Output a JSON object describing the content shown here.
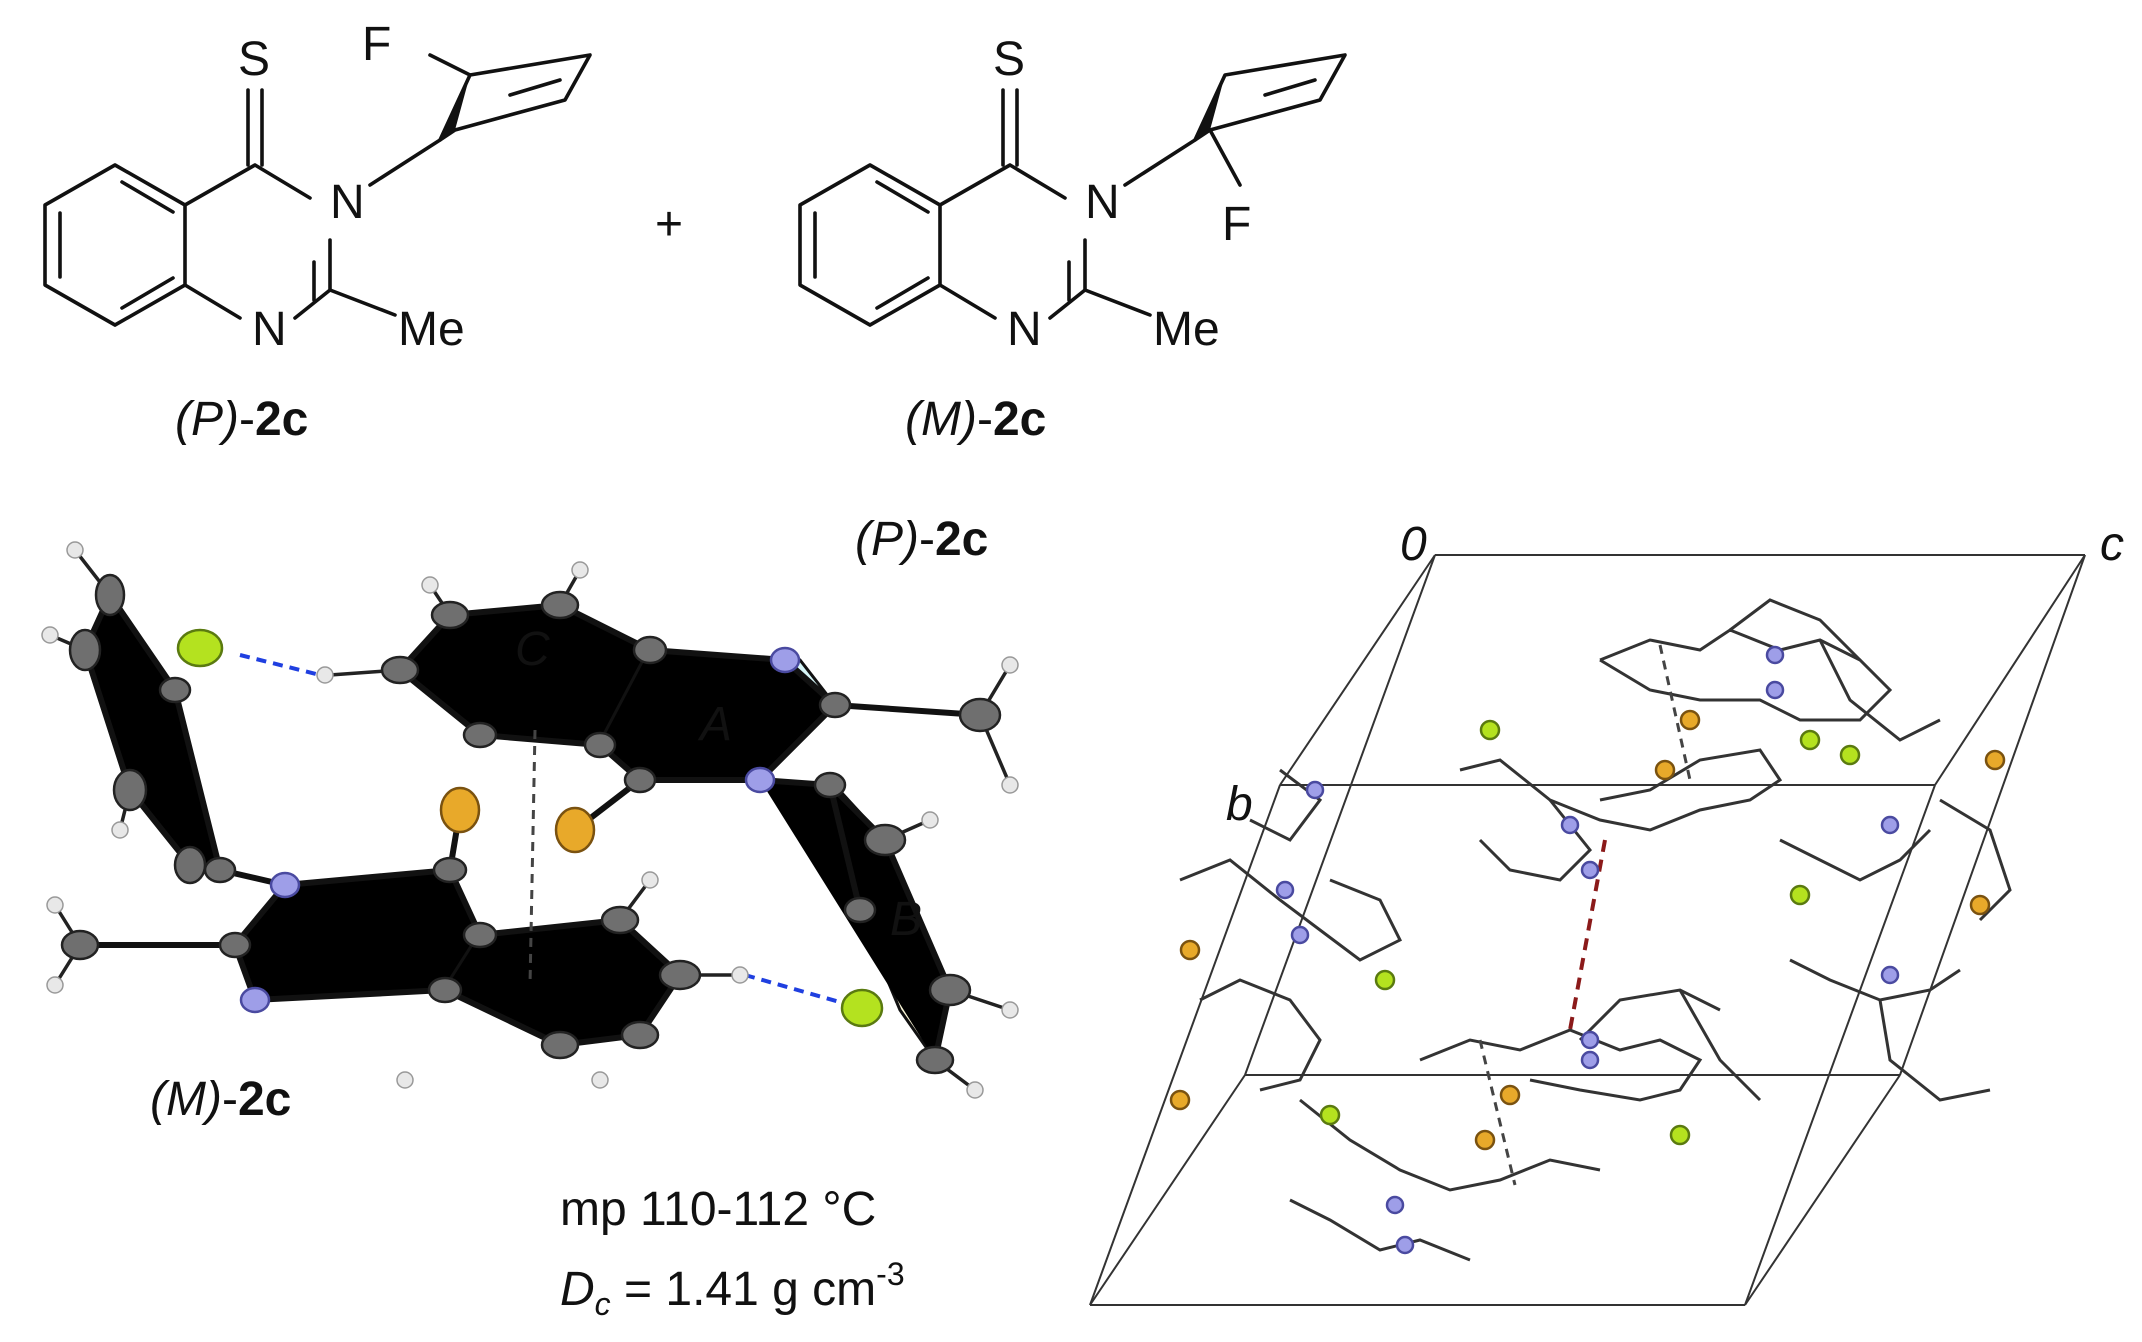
{
  "structures": {
    "P": {
      "stereo": "(P)",
      "compound": "2c",
      "atoms": {
        "S": "S",
        "F": "F",
        "N3": "N",
        "N1": "N",
        "Me": "Me"
      }
    },
    "M": {
      "stereo": "(M)",
      "compound": "2c",
      "atoms": {
        "S": "S",
        "F": "F",
        "N3": "N",
        "N1": "N",
        "Me": "Me"
      }
    },
    "plus": "+"
  },
  "crystal": {
    "label_P": {
      "stereo": "(P)",
      "compound": "2c",
      "color": "#e01fe0"
    },
    "label_M": {
      "stereo": "(M)",
      "compound": "2c",
      "color": "#2a8ff0"
    },
    "rings": {
      "A": "A",
      "B": "B",
      "C": "C"
    },
    "ring_colors": {
      "pyrimidine": "#d6f6f8",
      "fluorophenyl": "#fbf7d8"
    },
    "hbond_color": "#1f3fe0"
  },
  "properties": {
    "mp": "mp 110-112 °C",
    "density_symbol": "D",
    "density_sub": "c",
    "density_value": " = 1.41 g cm",
    "density_exp": "-3"
  },
  "unit_cell": {
    "origin": "0",
    "axis_b": "b",
    "axis_c": "c",
    "axis_colors": {
      "a": "#e0303a",
      "b": "#2ec02e",
      "c": "#4a4ae0"
    }
  }
}
